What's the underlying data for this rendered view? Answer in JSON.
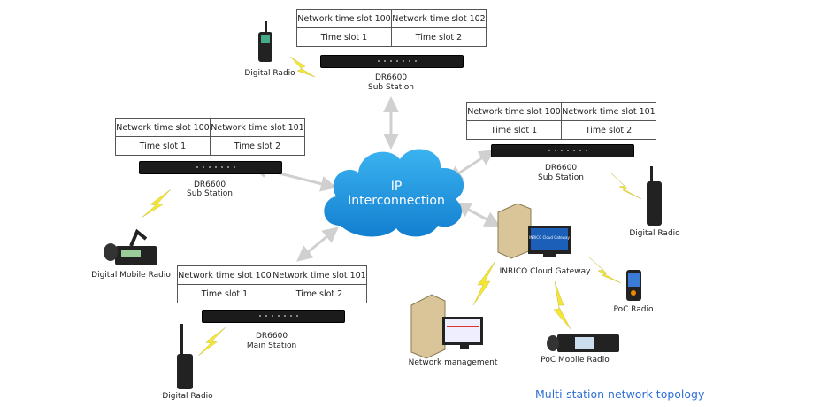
{
  "stations": [
    {
      "slots": [
        "Network time slot 100",
        "Network time slot 102",
        "Time slot 1",
        "Time slot 2"
      ],
      "model": "DR6600",
      "role": "Sub Station"
    },
    {
      "slots": [
        "Network time slot 100",
        "Network time slot 101",
        "Time slot 1",
        "Time slot 2"
      ],
      "model": "DR6600",
      "role": "Sub Station"
    },
    {
      "slots": [
        "Network time slot 100",
        "Network time slot 101",
        "Time slot 1",
        "Time slot 2"
      ],
      "model": "DR6600",
      "role": "Sub Station"
    },
    {
      "slots": [
        "Network time slot 100",
        "Network time slot 101",
        "Time slot 1",
        "Time slot 2"
      ],
      "model": "DR6600",
      "role": "Main Station"
    }
  ],
  "cloud": {
    "line1": "IP",
    "line2": "Interconnection",
    "color": "#1e9be0"
  },
  "terminals": {
    "top_radio": "Digital Radio",
    "mobile_radio": "Digital Mobile Radio",
    "right_radio": "Digital Radio",
    "bottom_radio": "Digital Radio",
    "gateway": "INRICO Cloud Gateway",
    "gateway_screen": "INRICO Cloud Gateway",
    "network_mgmt": "Network management",
    "poc_radio": "PoC Radio",
    "poc_mobile": "PoC Mobile Radio"
  },
  "caption": "Multi-station network topology",
  "colors": {
    "bolt": "#f5e633",
    "caption": "#2f6fd8",
    "arrow": "#d0d0d0"
  }
}
